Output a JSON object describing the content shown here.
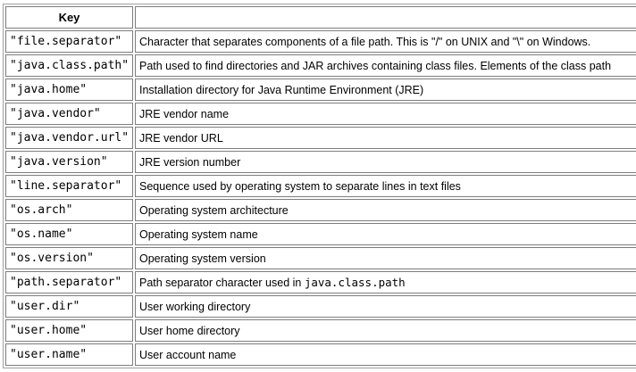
{
  "table": {
    "headers": [
      "Key",
      ""
    ],
    "rows": [
      {
        "key": "\"file.separator\"",
        "desc": "Character that separates components of a file path. This is \"/\" on UNIX and \"\\\" on Windows."
      },
      {
        "key": "\"java.class.path\"",
        "desc": "Path used to find directories and JAR archives containing class files. Elements of the class path"
      },
      {
        "key": "\"java.home\"",
        "desc": "Installation directory for Java Runtime Environment (JRE)"
      },
      {
        "key": "\"java.vendor\"",
        "desc": "JRE vendor name"
      },
      {
        "key": "\"java.vendor.url\"",
        "desc": "JRE vendor URL"
      },
      {
        "key": "\"java.version\"",
        "desc": "JRE version number"
      },
      {
        "key": "\"line.separator\"",
        "desc": "Sequence used by operating system to separate lines in text files"
      },
      {
        "key": "\"os.arch\"",
        "desc": "Operating system architecture"
      },
      {
        "key": "\"os.name\"",
        "desc": "Operating system name"
      },
      {
        "key": "\"os.version\"",
        "desc": "Operating system version"
      },
      {
        "key": "\"path.separator\"",
        "desc": "Path separator character used in ",
        "desc_code": "java.class.path"
      },
      {
        "key": "\"user.dir\"",
        "desc": "User working directory"
      },
      {
        "key": "\"user.home\"",
        "desc": "User home directory"
      },
      {
        "key": "\"user.name\"",
        "desc": "User account name"
      }
    ]
  }
}
